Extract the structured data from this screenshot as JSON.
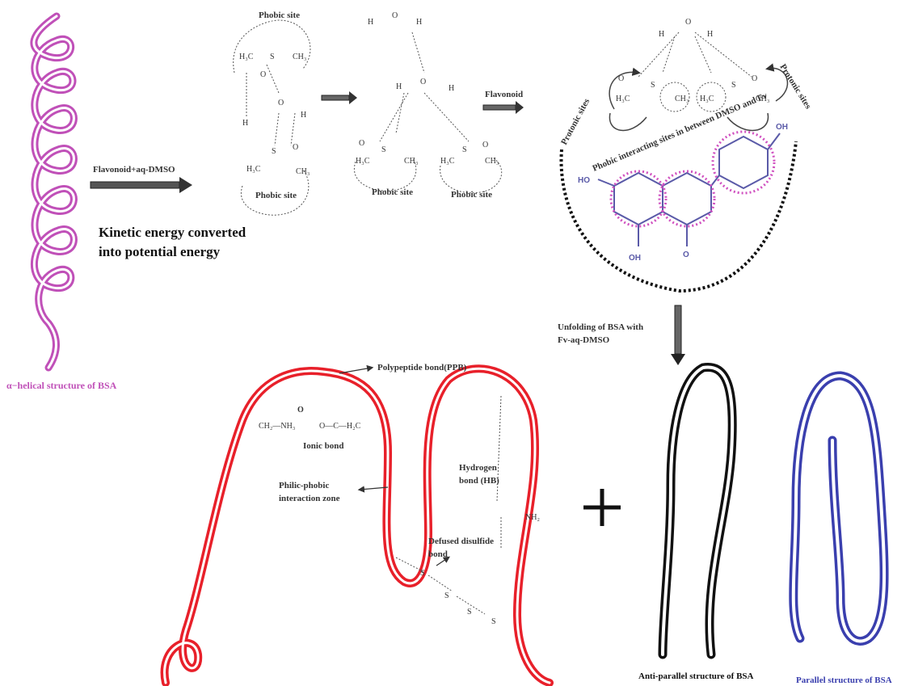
{
  "colors": {
    "pink": "#c050b8",
    "red": "#e8202a",
    "black": "#111111",
    "blue": "#3a3fae",
    "purple": "#5a5aa8",
    "magenta_dots": "#d050c0"
  },
  "labels": {
    "helix_caption": "α−helical structure of BSA",
    "arrow1_label": "Flavonoid+aq-DMSO",
    "kinetic_line1": "Kinetic energy converted",
    "kinetic_line2": "into potential energy",
    "phobic_site_top": "Phobic site",
    "phobic_site_bottom": "Phobic site",
    "phobic_site_mid_left": "Phobic site",
    "phobic_site_mid_right": "Phobic site",
    "flavonoid_arrow": "Flavonoid",
    "protonic_left": "Protonic sites",
    "protonic_right": "Protonic sites",
    "phobic_interacting": "Phobic interacting sites in between DMSO and Fv",
    "unfold_line1": "Unfolding of BSA with",
    "unfold_line2": "Fv-aq-DMSO",
    "ppb": "Polypeptide bond(PPB)",
    "ionic_bond": "Ionic bond",
    "philic_line1": "Philic-phobic",
    "philic_line2": "interaction zone",
    "hydrogen_line1": "Hydrogen",
    "hydrogen_line2": "bond (HB)",
    "defused_line1": "Defused disulfide",
    "defused_line2": "bond",
    "antiparallel_caption": "Anti-parallel structure of BSA",
    "parallel_caption": "Parallel structure of BSA"
  },
  "chem": {
    "h3c": "H₃C",
    "ch3": "CH₃",
    "s": "S",
    "o": "O",
    "h": "H",
    "ho": "HO",
    "oh": "OH",
    "ch2nh3": "CH₂—NH₃",
    "oc_ch2": "O—C—H₂C",
    "nh2": "NH₂",
    "ss": "S"
  }
}
